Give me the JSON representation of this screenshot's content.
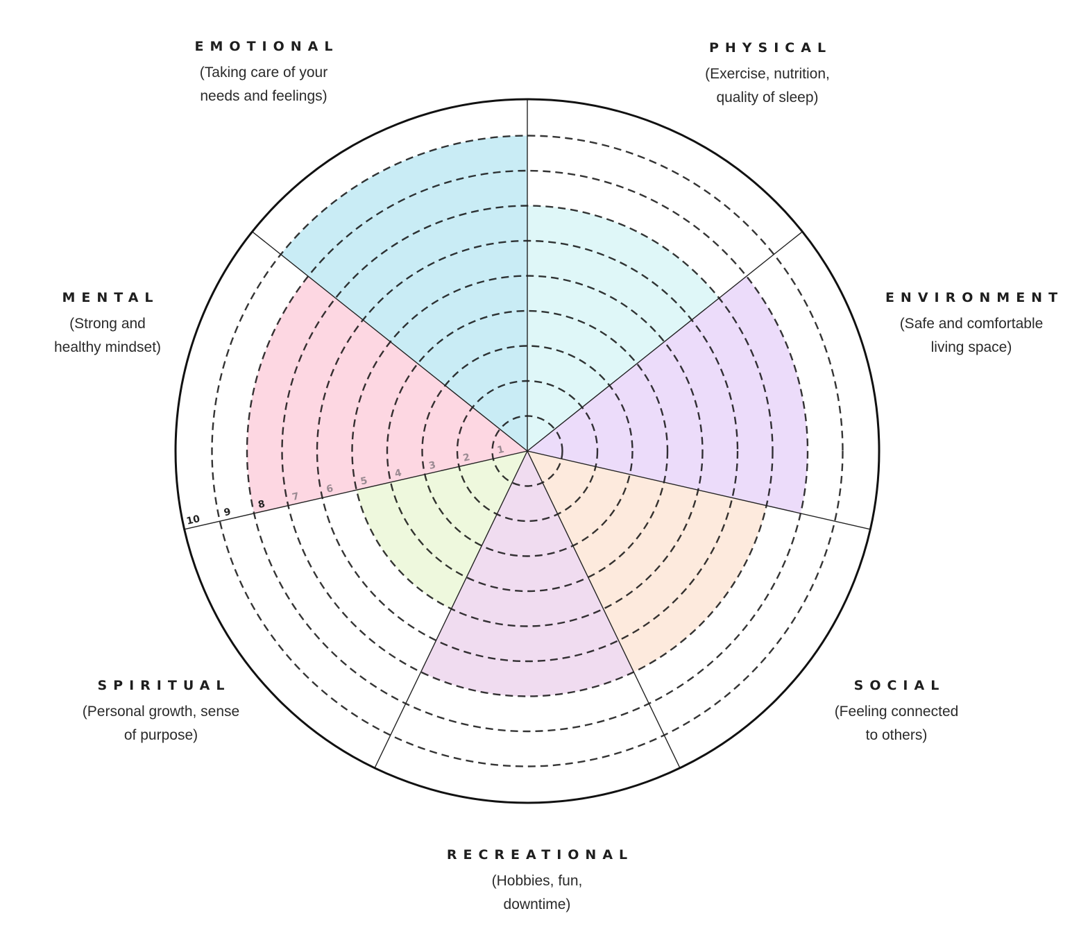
{
  "chart_data": {
    "type": "polar_area",
    "title": "Wellness Wheel",
    "scale": {
      "min": 0,
      "max": 10,
      "ticks": [
        1,
        2,
        3,
        4,
        5,
        6,
        7,
        8,
        9,
        10
      ]
    },
    "center": [
      760,
      650
    ],
    "ring_spacing_px": 50.5,
    "start_angle_deg": 90,
    "categories": [
      "Physical",
      "Environment",
      "Social",
      "Recreational",
      "Spiritual",
      "Mental",
      "Emotional"
    ],
    "values": [
      7,
      8,
      7,
      7,
      5,
      8,
      9
    ],
    "colors": [
      "#dff7f8",
      "#ecdcfa",
      "#fdeadd",
      "#f0dcf0",
      "#eef8dd",
      "#fdd7e2",
      "#c9ecf5"
    ],
    "segments": [
      {
        "name": "PHYSICAL",
        "description_lines": [
          "(Exercise, nutrition,",
          "quality of sleep)"
        ],
        "value": 7,
        "color": "#dff7f8"
      },
      {
        "name": "ENVIRONMENT",
        "description_lines": [
          "(Safe and comfortable",
          "living space)"
        ],
        "value": 8,
        "color": "#ecdcfa"
      },
      {
        "name": "SOCIAL",
        "description_lines": [
          "(Feeling connected",
          "to others)"
        ],
        "value": 7,
        "color": "#fdeadd"
      },
      {
        "name": "RECREATIONAL",
        "description_lines": [
          "(Hobbies, fun,",
          "downtime)"
        ],
        "value": 7,
        "color": "#f0dcf0"
      },
      {
        "name": "SPIRITUAL",
        "description_lines": [
          "(Personal growth, sense",
          "of purpose)"
        ],
        "value": 5,
        "color": "#eef8dd"
      },
      {
        "name": "MENTAL",
        "description_lines": [
          "(Strong and",
          "healthy mindset)"
        ],
        "value": 8,
        "color": "#fdd7e2"
      },
      {
        "name": "EMOTIONAL",
        "description_lines": [
          "(Taking care of your",
          "needs and feelings)"
        ],
        "value": 9,
        "color": "#c9ecf5"
      }
    ],
    "grid": true,
    "legend": "none"
  },
  "labels": {
    "emotional": {
      "title": "EMOTIONAL",
      "line1": "(Taking care of your",
      "line2": "needs and feelings)"
    },
    "physical": {
      "title": "PHYSICAL",
      "line1": "(Exercise, nutrition,",
      "line2": "quality of sleep)"
    },
    "mental": {
      "title": "MENTAL",
      "line1": "(Strong and",
      "line2": "healthy mindset)"
    },
    "environment": {
      "title": "ENVIRONMENT",
      "line1": "(Safe and comfortable",
      "line2": "living space)"
    },
    "spiritual": {
      "title": "SPIRITUAL",
      "line1": "(Personal growth, sense",
      "line2": "of purpose)"
    },
    "social": {
      "title": "SOCIAL",
      "line1": "(Feeling connected",
      "line2": "to others)"
    },
    "recreational": {
      "title": "RECREATIONAL",
      "line1": "(Hobbies, fun,",
      "line2": "downtime)"
    }
  },
  "scale_labels": [
    "1",
    "2",
    "3",
    "4",
    "5",
    "6",
    "7",
    "8",
    "9",
    "10"
  ]
}
